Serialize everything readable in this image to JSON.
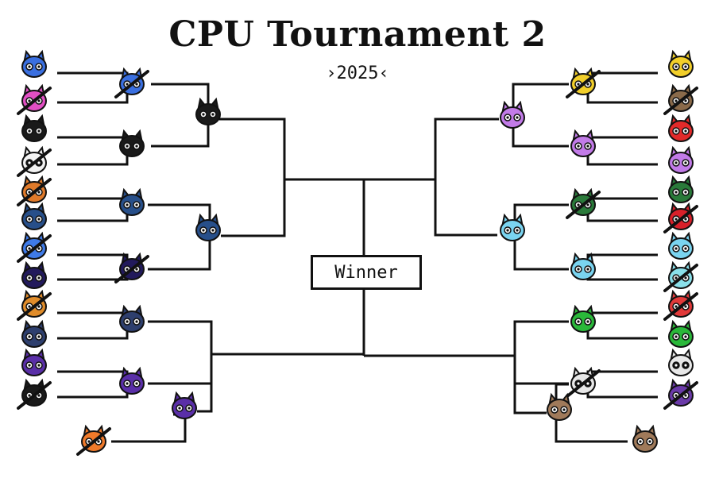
{
  "title": "CPU Tournament 2",
  "year": "›2025‹",
  "winner_label": "Winner",
  "colors": {
    "line": "#111111",
    "eliminated_slash": "#111111"
  },
  "left": {
    "round1": [
      {
        "icon": "blue-fox-icon",
        "color": "#3a6fe0",
        "eliminated": false
      },
      {
        "icon": "pink-cat-icon",
        "color": "#e24fc4",
        "eliminated": true
      },
      {
        "icon": "black-spiky-icon",
        "color": "#1a1a1a",
        "eliminated": false
      },
      {
        "icon": "white-ghost-icon",
        "color": "#f2f2f2",
        "eliminated": true
      },
      {
        "icon": "orange-striped-icon",
        "color": "#e07a2a",
        "eliminated": true
      },
      {
        "icon": "navy-cat-icon",
        "color": "#274f8a",
        "eliminated": false
      },
      {
        "icon": "blue-bird-icon",
        "color": "#3f7be8",
        "eliminated": true
      },
      {
        "icon": "dark-eyes-icon",
        "color": "#221a5c",
        "eliminated": false
      },
      {
        "icon": "orange-bear-icon",
        "color": "#e08c2a",
        "eliminated": true
      },
      {
        "icon": "navy-fox-icon",
        "color": "#2e3f6e",
        "eliminated": false
      },
      {
        "icon": "purple-cat-icon",
        "color": "#5a2fa8",
        "eliminated": false
      },
      {
        "icon": "black-bunny-icon",
        "color": "#1a1a1a",
        "eliminated": true
      }
    ],
    "round1_extra": {
      "icon": "orange-bunny-icon",
      "color": "#f07a2a",
      "eliminated": true
    },
    "round2": [
      {
        "icon": "blue-fox-icon",
        "color": "#3a6fe0",
        "eliminated": true
      },
      {
        "icon": "black-spiky-icon",
        "color": "#1a1a1a",
        "eliminated": false
      },
      {
        "icon": "navy-cat-icon",
        "color": "#274f8a",
        "eliminated": false
      },
      {
        "icon": "dark-eyes-icon",
        "color": "#221a5c",
        "eliminated": true
      },
      {
        "icon": "navy-fox-icon",
        "color": "#2e3f6e",
        "eliminated": false
      },
      {
        "icon": "purple-cat-icon",
        "color": "#5a2fa8",
        "eliminated": false
      }
    ],
    "round3": [
      {
        "icon": "black-spiky-icon",
        "color": "#1a1a1a",
        "eliminated": false
      },
      {
        "icon": "navy-cat-icon",
        "color": "#274f8a",
        "eliminated": false
      },
      {
        "icon": "purple-cat-icon",
        "color": "#5a2fa8",
        "eliminated": false
      }
    ]
  },
  "right": {
    "round1": [
      {
        "icon": "yellow-striped-icon",
        "color": "#f2cf2a",
        "eliminated": false
      },
      {
        "icon": "brown-cat-icon",
        "color": "#8a6a4a",
        "eliminated": true
      },
      {
        "icon": "red-hood-icon",
        "color": "#e22a2a",
        "eliminated": false
      },
      {
        "icon": "violet-cat-icon",
        "color": "#c27be8",
        "eliminated": false
      },
      {
        "icon": "green-blob-icon",
        "color": "#2a7a3a",
        "eliminated": false
      },
      {
        "icon": "red-face-icon",
        "color": "#d8202a",
        "eliminated": true
      },
      {
        "icon": "cyan-cat-icon",
        "color": "#7ad4f0",
        "eliminated": false
      },
      {
        "icon": "cyan-bunny-icon",
        "color": "#8ae0ea",
        "eliminated": true
      },
      {
        "icon": "red-white-icon",
        "color": "#e23a3a",
        "eliminated": true
      },
      {
        "icon": "green-bear-icon",
        "color": "#2ab83a",
        "eliminated": false
      },
      {
        "icon": "white-skull-icon",
        "color": "#e8e8e8",
        "eliminated": false
      },
      {
        "icon": "jester-icon",
        "color": "#6a3aa8",
        "eliminated": true
      }
    ],
    "round1_extra": {
      "icon": "brown-mouse-icon",
      "color": "#a07a5a",
      "eliminated": false
    },
    "round2": [
      {
        "icon": "yellow-striped-icon",
        "color": "#f2cf2a",
        "eliminated": true
      },
      {
        "icon": "violet-cat-icon",
        "color": "#c27be8",
        "eliminated": false
      },
      {
        "icon": "green-blob-icon",
        "color": "#2a7a3a",
        "eliminated": true
      },
      {
        "icon": "cyan-cat-icon",
        "color": "#7ad4f0",
        "eliminated": false
      },
      {
        "icon": "green-bear-icon",
        "color": "#2ab83a",
        "eliminated": false
      },
      {
        "icon": "white-skull-icon",
        "color": "#e8e8e8",
        "eliminated": true
      }
    ],
    "round3": [
      {
        "icon": "violet-cat-icon",
        "color": "#c27be8",
        "eliminated": false
      },
      {
        "icon": "cyan-cat-icon",
        "color": "#7ad4f0",
        "eliminated": false
      },
      {
        "icon": "brown-mouse-icon",
        "color": "#a07a5a",
        "eliminated": false
      }
    ]
  }
}
